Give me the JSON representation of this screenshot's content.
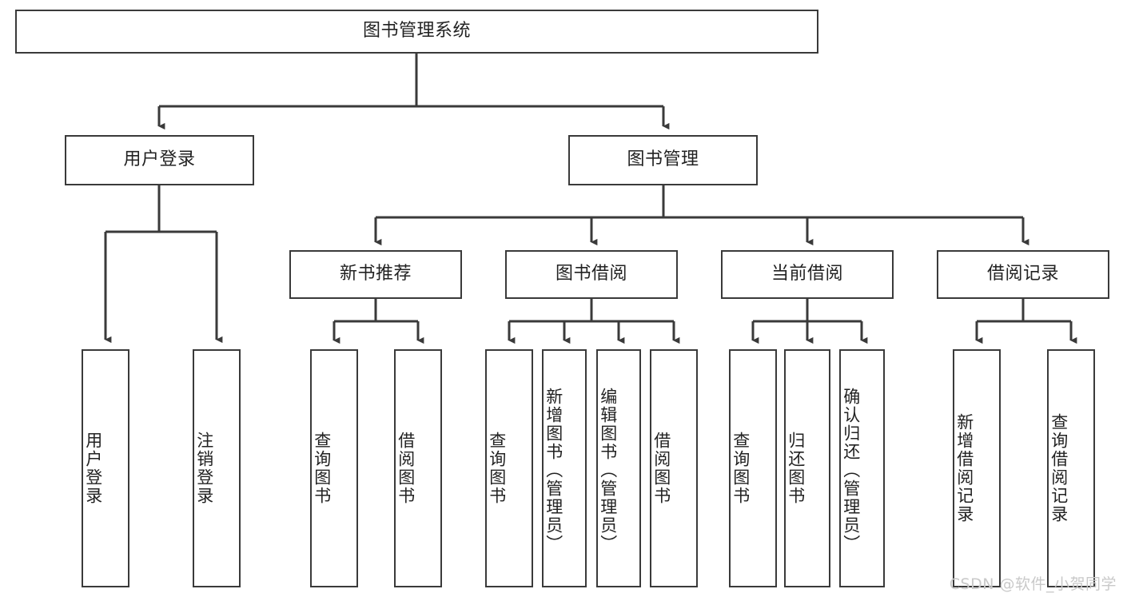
{
  "diagram": {
    "title": "图书管理系统",
    "type": "功能结构图",
    "watermark": "CSDN @软件_小贺同学",
    "colors": {
      "box_border": "#3a3a3a",
      "box_fill": "#ffffff",
      "line": "#3a3a3a",
      "text": "#222222",
      "watermark": "#c9c9c9"
    },
    "root": {
      "label": "图书管理系统",
      "children": [
        {
          "label": "用户登录",
          "children": [
            {
              "label": "用户登录"
            },
            {
              "label": "注销登录"
            }
          ]
        },
        {
          "label": "图书管理",
          "children": [
            {
              "label": "新书推荐",
              "children": [
                {
                  "label": "查询图书"
                },
                {
                  "label": "借阅图书"
                }
              ]
            },
            {
              "label": "图书借阅",
              "children": [
                {
                  "label": "查询图书"
                },
                {
                  "label": "新增图书（管理员）"
                },
                {
                  "label": "编辑图书（管理员）"
                },
                {
                  "label": "借阅图书"
                }
              ]
            },
            {
              "label": "当前借阅",
              "children": [
                {
                  "label": "查询图书"
                },
                {
                  "label": "归还图书"
                },
                {
                  "label": "确认归还（管理员）"
                }
              ]
            },
            {
              "label": "借阅记录",
              "children": [
                {
                  "label": "新增借阅记录"
                },
                {
                  "label": "查询借阅记录"
                }
              ]
            }
          ]
        }
      ]
    },
    "nodes": {
      "root_title": "图书管理系统",
      "l1_user_login": "用户登录",
      "l1_book_mgmt": "图书管理",
      "l2_new_book_rec": "新书推荐",
      "l2_book_borrow": "图书借阅",
      "l2_current_borrow": "当前借阅",
      "l2_borrow_record": "借阅记录",
      "leaf_user_login": "用户登录",
      "leaf_logout": "注销登录",
      "leaf_nbr_query": "查询图书",
      "leaf_nbr_borrow": "借阅图书",
      "leaf_bb_query": "查询图书",
      "leaf_bb_add": "新增图书（管理员）",
      "leaf_bb_edit": "编辑图书（管理员）",
      "leaf_bb_borrow": "借阅图书",
      "leaf_cb_query": "查询图书",
      "leaf_cb_return": "归还图书",
      "leaf_cb_confirm": "确认归还（管理员）",
      "leaf_br_add": "新增借阅记录",
      "leaf_br_query": "查询借阅记录"
    }
  }
}
